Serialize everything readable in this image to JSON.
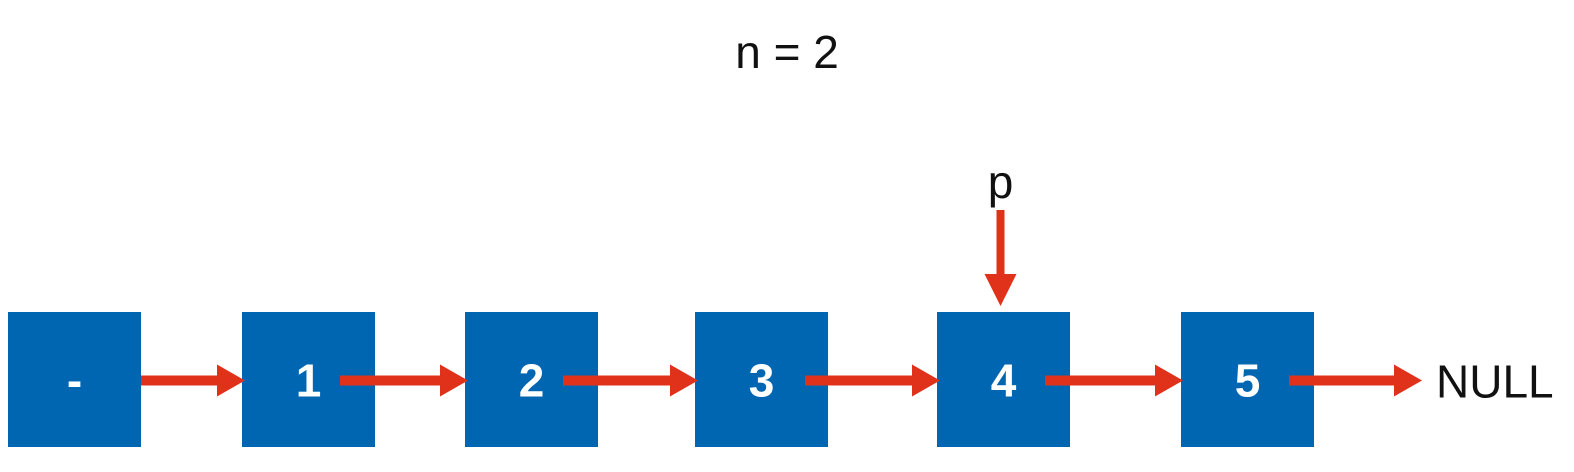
{
  "caption": "n = 2",
  "nodes": [
    "-",
    "1",
    "2",
    "3",
    "4",
    "5"
  ],
  "terminal": "NULL",
  "pointer": {
    "label": "p",
    "target_index": 4
  },
  "colors": {
    "node": "#0066b2",
    "arrow": "#e0321b",
    "node_text": "#ffffff",
    "text": "#111111"
  }
}
